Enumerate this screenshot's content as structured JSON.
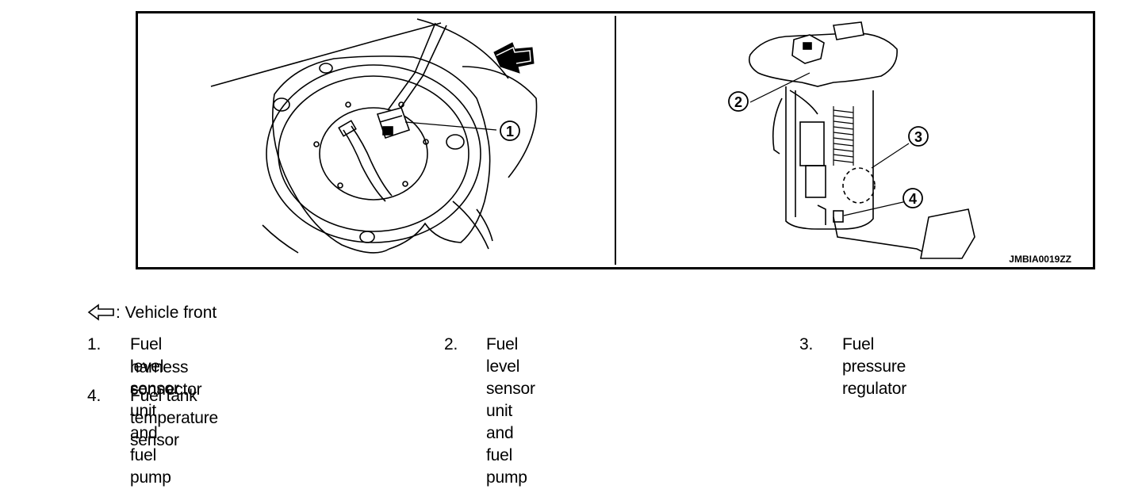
{
  "figure": {
    "callouts": [
      "1",
      "2",
      "3",
      "4"
    ],
    "image_code": "JMBIA0019ZZ"
  },
  "legend": {
    "vehicle_front_label": ": Vehicle front",
    "items": [
      {
        "number": "1.",
        "text_line1": "Fuel level sensor unit and fuel pump",
        "text_line2": "harness connector"
      },
      {
        "number": "2.",
        "text_line1": "Fuel level sensor unit and fuel pump"
      },
      {
        "number": "3.",
        "text_line1": "Fuel pressure regulator"
      },
      {
        "number": "4.",
        "text_line1": "Fuel tank temperature sensor"
      }
    ]
  }
}
